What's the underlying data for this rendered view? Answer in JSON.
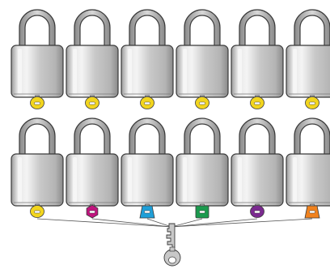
{
  "diagram": {
    "description_none": "",
    "rows": [
      {
        "name": "keyed-alike-row",
        "padlocks": [
          {
            "key_color": "#f2d51e",
            "key_shape": "round"
          },
          {
            "key_color": "#f2d51e",
            "key_shape": "round"
          },
          {
            "key_color": "#f2d51e",
            "key_shape": "round"
          },
          {
            "key_color": "#f2d51e",
            "key_shape": "round"
          },
          {
            "key_color": "#f2d51e",
            "key_shape": "round"
          },
          {
            "key_color": "#f2d51e",
            "key_shape": "round"
          }
        ]
      },
      {
        "name": "master-keyed-row",
        "padlocks": [
          {
            "key_color": "#f2d51e",
            "key_shape": "round"
          },
          {
            "key_color": "#c0147e",
            "key_shape": "hexagon"
          },
          {
            "key_color": "#1f9fd8",
            "key_shape": "trapezoid"
          },
          {
            "key_color": "#1c9a4e",
            "key_shape": "square"
          },
          {
            "key_color": "#7b2a90",
            "key_shape": "round"
          },
          {
            "key_color": "#f0821e",
            "key_shape": "trapezoid"
          }
        ]
      }
    ],
    "master_key": {
      "color": "#c8c8c8",
      "icon": "master-key-icon"
    },
    "colors": {
      "body_light": "#e8e8e8",
      "body_dark": "#8c8c8c",
      "outline": "#3a3a3a",
      "connector": "#555555"
    }
  }
}
